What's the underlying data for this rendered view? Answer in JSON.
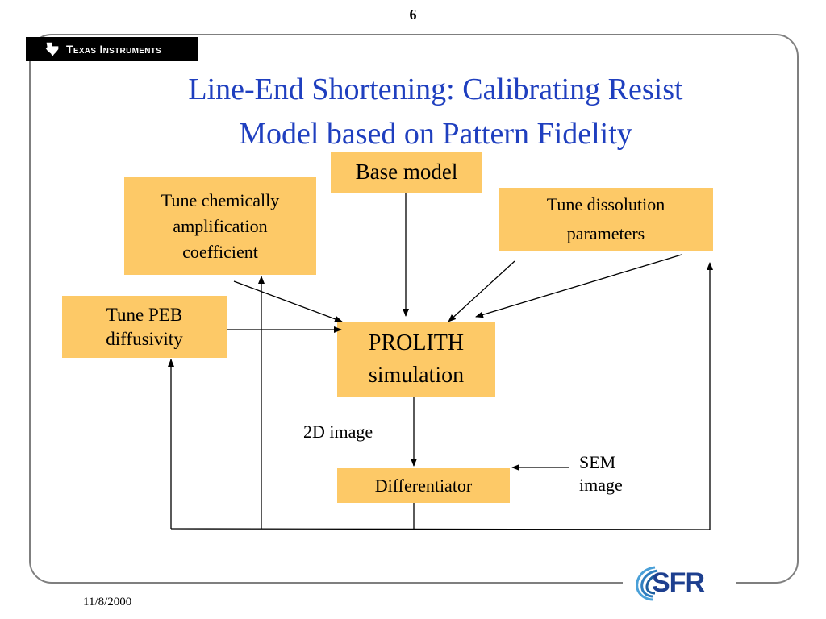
{
  "page_number": "6",
  "logo": {
    "company": "Texas Instruments"
  },
  "title": {
    "line1": "Line-End Shortening: Calibrating Resist",
    "line2": "Model based on Pattern Fidelity"
  },
  "nodes": {
    "base_model": "Base model",
    "tune_chemical_line1": "Tune chemically",
    "tune_chemical_line2": "amplification",
    "tune_chemical_line3": "coefficient",
    "tune_dissolution_line1": "Tune dissolution",
    "tune_dissolution_line2": "parameters",
    "tune_peb_line1": "Tune PEB",
    "tune_peb_line2": "diffusivity",
    "prolith_line1": "PROLITH",
    "prolith_line2": "simulation",
    "differentiator": "Differentiator"
  },
  "edge_labels": {
    "image_2d": "2D image",
    "sem_line1": "SEM",
    "sem_line2": "image"
  },
  "footer": {
    "date": "11/8/2000",
    "sfr_logo_text": "SFR"
  },
  "colors": {
    "title": "#1f3fbf",
    "box_fill": "#fdc967",
    "frame": "#7f7f7f"
  }
}
